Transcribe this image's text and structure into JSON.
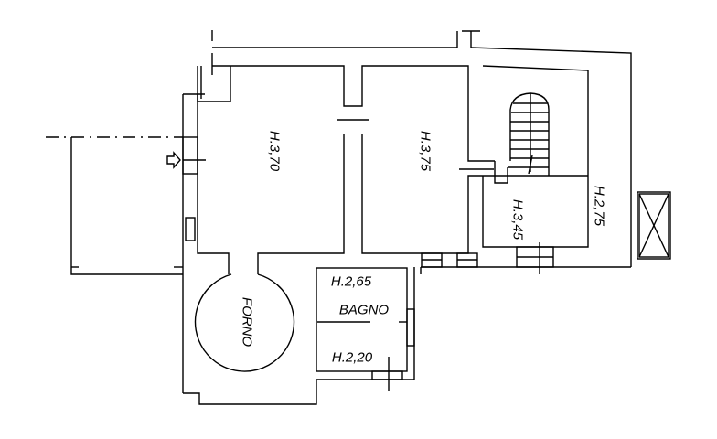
{
  "plan": {
    "rooms": [
      {
        "id": "room-1",
        "height_label": "H.3,70"
      },
      {
        "id": "room-2",
        "height_label": "H.3,75"
      },
      {
        "id": "stair-room",
        "height_label": "H.3,45"
      },
      {
        "id": "back-room",
        "height_label": "H.2,75"
      },
      {
        "id": "bagno",
        "name": "BAGNO",
        "height_label": "H.2,65",
        "height_label_2": "H.2,20"
      },
      {
        "id": "forno",
        "name": "FORNO"
      }
    ],
    "line_color": "#000000",
    "background": "#ffffff"
  }
}
